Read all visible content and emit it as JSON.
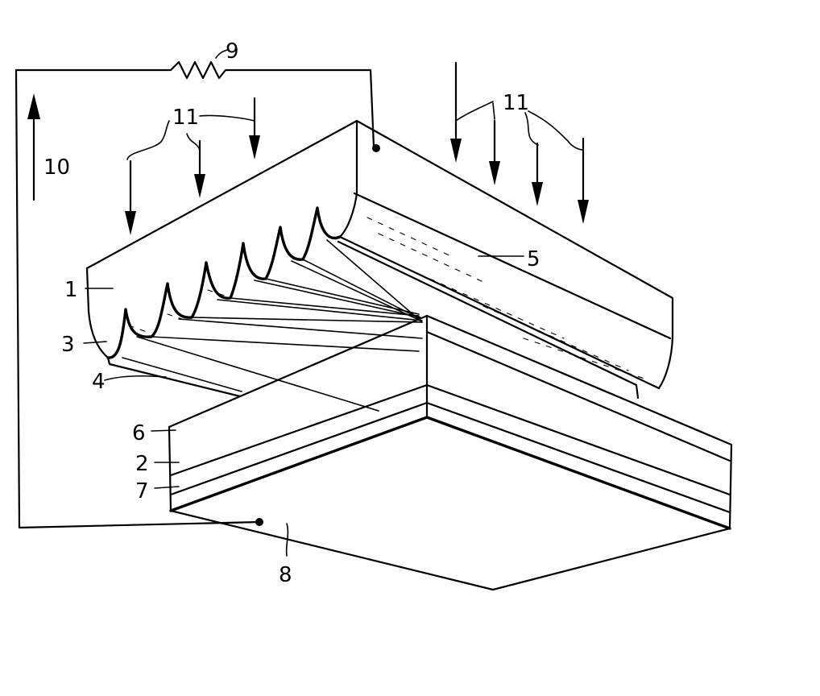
{
  "labels": {
    "l1": "1",
    "l2": "2",
    "l3": "3",
    "l4": "4",
    "l5": "5",
    "l6": "6",
    "l7": "7",
    "l8": "8",
    "l9": "9",
    "l10": "10",
    "l11a": "11",
    "l11b": "11"
  }
}
